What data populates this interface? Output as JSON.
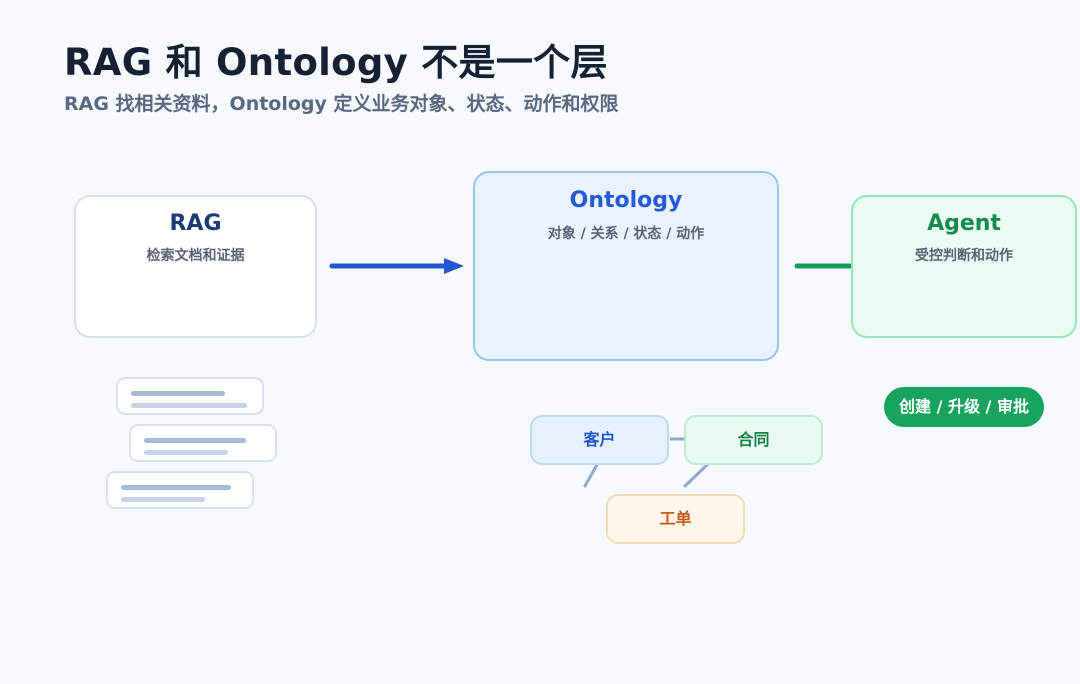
{
  "header": {
    "title": "RAG 和 Ontology 不是一个层",
    "subtitle": "RAG 找相关资料，Ontology 定义业务对象、状态、动作和权限"
  },
  "nodes": {
    "rag": {
      "name": "RAG",
      "desc": "检索文档和证据"
    },
    "ontology": {
      "name": "Ontology",
      "desc": "对象 / 关系 / 状态 / 动作"
    },
    "agent": {
      "name": "Agent",
      "desc": "受控判断和动作"
    }
  },
  "entities": {
    "customer": "客户",
    "contract": "合同",
    "ticket": "工单"
  },
  "action_pill": "创建 / 升级 / 审批",
  "colors": {
    "rag_title": "#1d3a74",
    "ontology_title": "#2458d6",
    "agent_title": "#168a4e",
    "arrow_blue": "#2356d4",
    "arrow_green": "#169a5a",
    "relation_line": "#8ea9cc",
    "action_pill": "#17a35e"
  },
  "icons": {
    "document_stack": "document-card-icon"
  }
}
